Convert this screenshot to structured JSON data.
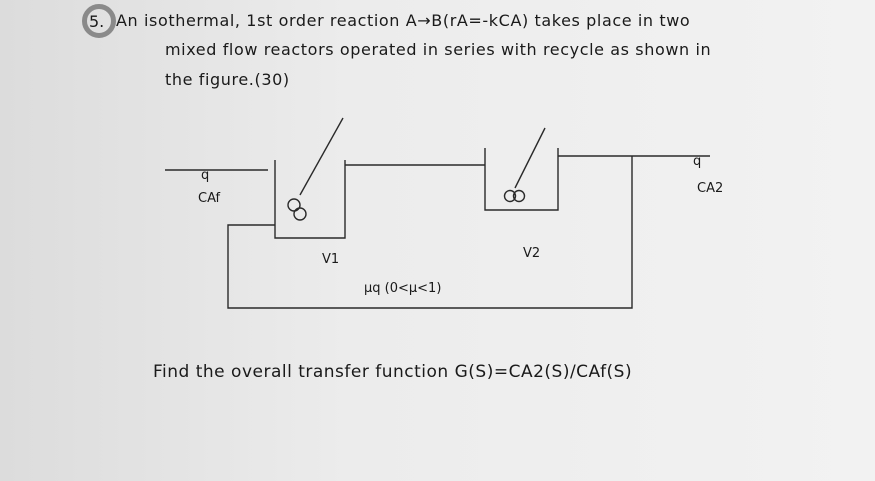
{
  "problem": {
    "number": "5.",
    "line1": "An isothermal, 1st order reaction A→B(rA=-kCA) takes place in two",
    "line2": "mixed flow reactors operated in series with recycle as shown in",
    "line3": "the figure.(30)"
  },
  "figure": {
    "inlet_flow_label": "q",
    "outlet_flow_label": "q",
    "inlet_conc_label": "CAf",
    "outlet_conc_label": "CA2",
    "reactor1_label": "V1",
    "reactor2_label": "V2",
    "recycle_label": "μq (0<μ<1)"
  },
  "question": "Find the overall transfer function G(S)=CA2(S)/CAf(S)"
}
